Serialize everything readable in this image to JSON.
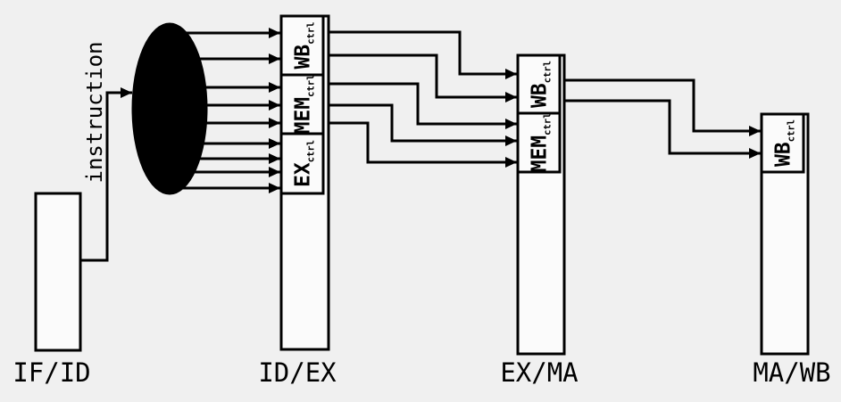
{
  "colors": {
    "background": "#f0f0f0",
    "ink": "#000000",
    "box_fill": "#fbfbfb"
  },
  "signal_label": "instruction",
  "registers": {
    "ifid": {
      "label": "IF/ID",
      "sections": []
    },
    "idex": {
      "label": "ID/EX",
      "sections": [
        {
          "main": "WB",
          "sub": "ctrl"
        },
        {
          "main": "MEM",
          "sub": "ctrl"
        },
        {
          "main": "EX",
          "sub": "ctrl"
        }
      ]
    },
    "exma": {
      "label": "EX/MA",
      "sections": [
        {
          "main": "WB",
          "sub": "ctrl"
        },
        {
          "main": "MEM",
          "sub": "ctrl"
        }
      ]
    },
    "mawb": {
      "label": "MA/WB",
      "sections": [
        {
          "main": "WB",
          "sub": "ctrl"
        }
      ]
    }
  },
  "connections": {
    "instruction_to_control_lines": 1,
    "control_to_idex_lines": 9,
    "idex_to_exma_lines": 5,
    "exma_to_mawb_lines": 2
  }
}
